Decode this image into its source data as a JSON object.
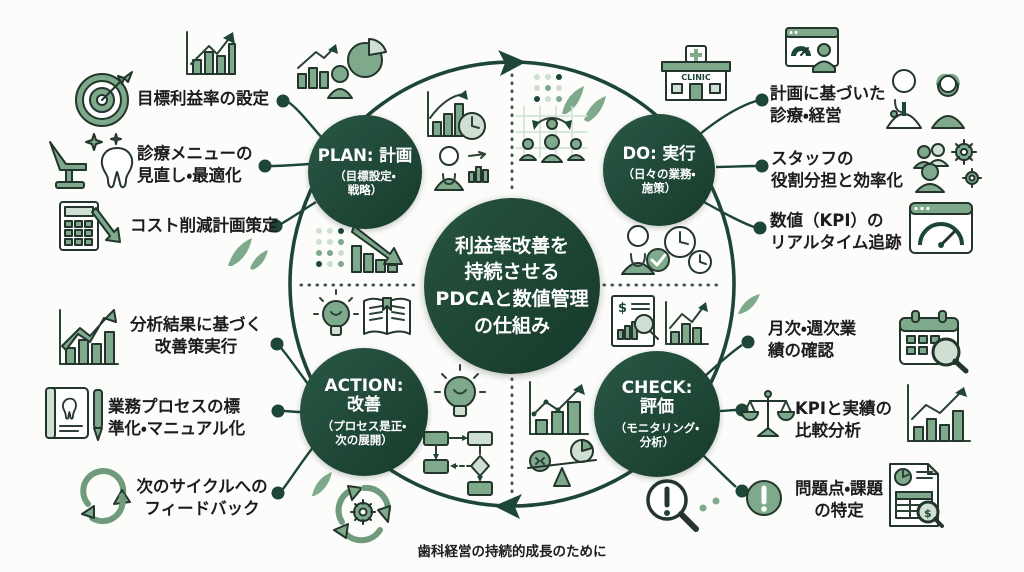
{
  "center": {
    "title": "利益率改善を\n持続させる\nPDCAと数値管理\nの仕組み"
  },
  "caption": "歯科経営の持続的成長のために",
  "nodes": {
    "plan": {
      "label": "PLAN: 計画",
      "sub": "（目標設定・\n戦略）"
    },
    "do": {
      "label": "DO: 実行",
      "sub": "（日々の業務・\n施策）"
    },
    "check": {
      "label": "CHECK:\n評価",
      "sub": "（モニタリング・\n分析）"
    },
    "action": {
      "label": "ACTION:\n改善",
      "sub": "（プロセス是正・\n次の展開）"
    }
  },
  "left_items": [
    {
      "label": "目標利益率の設定",
      "icon": "target-icon"
    },
    {
      "label": "診療メニューの\n見直し・最適化",
      "icon": "dental-chair-tooth-icon"
    },
    {
      "label": "コスト削減計画策定",
      "icon": "calculator-icon"
    },
    {
      "label": "分析結果に基づく\n改善策実行",
      "icon": "growth-chart-icon"
    },
    {
      "label": "業務プロセスの標\n準化・マニュアル化",
      "icon": "manual-book-icon"
    },
    {
      "label": "次のサイクルへの\nフィードバック",
      "icon": "cycle-arrows-icon"
    }
  ],
  "right_items": [
    {
      "label": "計画に基づいた\n診療・経営",
      "icon": "doctor-nurse-icon"
    },
    {
      "label": "スタッフの\n役割分担と効率化",
      "icon": "people-gears-icon"
    },
    {
      "label": "数値（KPI）の\nリアルタイム追跡",
      "icon": "kpi-gauge-icon"
    },
    {
      "label": "月次・週次業\n績の確認",
      "icon": "calendar-search-icon"
    },
    {
      "label": "KPIと実績の\n比較分析",
      "icon": "balance-scale-icon"
    },
    {
      "label": "問題点・課題\nの特定",
      "icon": "alert-report-icon"
    }
  ],
  "deco": {
    "clinic_label": "CLINIC"
  },
  "colors": {
    "dark_green": "#1e4636",
    "icon_green": "#7fa98b",
    "light_green": "#cfe0d2",
    "text": "#1c1c1c",
    "background": "#fcfcfa"
  }
}
